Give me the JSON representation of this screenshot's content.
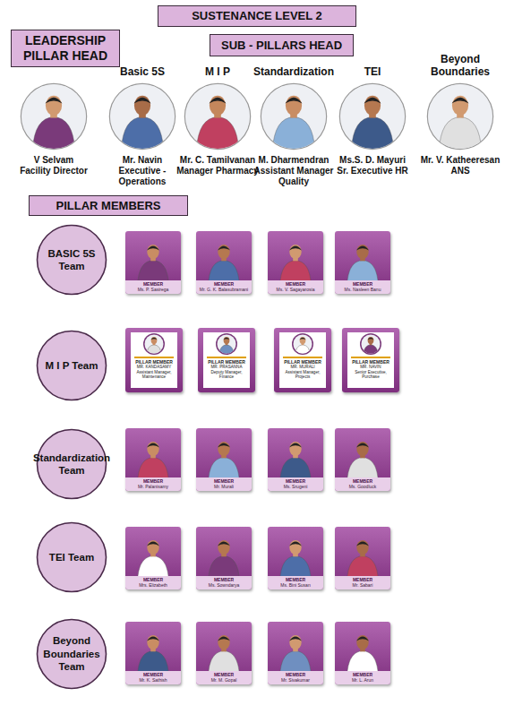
{
  "diagram": {
    "title": "SUSTENANCE LEVEL 2",
    "nodes": [
      {
        "text": [
          "LEADERSHIP PILLAR HEAD"
        ]
      },
      {
        "text": [
          "SUB - PILLARS HEAD"
        ]
      },
      {
        "text": [
          "V Selvam",
          "Facility Director"
        ]
      },
      {
        "text": [
          "Basic 5S",
          "Mr. Navin",
          "Executive - Operations"
        ]
      },
      {
        "text": [
          "M I P",
          "Mr. C. Tamilvanan",
          "Manager Pharmacy"
        ]
      },
      {
        "text": [
          "Standardization",
          "M. Dharmendran",
          "Assistant Manager Quality"
        ]
      },
      {
        "text": [
          "TEI",
          "Ms.S. D. Mayuri",
          "Sr. Executive HR"
        ]
      },
      {
        "text": [
          "Beyond Boundaries",
          "Mr. V. Katheeresan",
          "ANS"
        ]
      },
      {
        "text": [
          "PILLAR MEMBERS"
        ]
      },
      {
        "text": [
          "BASIC 5S Team"
        ]
      },
      {
        "text": [
          "MEMBER",
          "Ms. P. Sasirega"
        ]
      },
      {
        "text": [
          "MEMBER",
          "Mr. G. K. Balasubramani"
        ]
      },
      {
        "text": [
          "MEMBER",
          "Ms. V. Sagayarosia"
        ]
      },
      {
        "text": [
          "MEMBER",
          "Ms. Nasleen Banu"
        ]
      },
      {
        "text": [
          "M I P Team"
        ]
      },
      {
        "text": [
          "PILLAR MEMBER",
          "MR. KANDASAMY",
          "Assistant Manager, Maintenance"
        ]
      },
      {
        "text": [
          "PILLAR MEMBER",
          "MR. PRASANNA",
          "Deputy Manager, Finance"
        ]
      },
      {
        "text": [
          "PILLAR MEMBER",
          "MR. MURALI",
          "Assistant Manager, Projects"
        ]
      },
      {
        "text": [
          "PILLAR MEMBER",
          "MR. NAVIN",
          "Senior Executive, Purchase"
        ]
      },
      {
        "text": [
          "Standardization Team"
        ]
      },
      {
        "text": [
          "MEMBER",
          "Mr. Palanisamy"
        ]
      },
      {
        "text": [
          "MEMBER",
          "Mr. Murali"
        ]
      },
      {
        "text": [
          "MEMBER",
          "Ms. Srugeni"
        ]
      },
      {
        "text": [
          "MEMBER",
          "Ms. Goodluck"
        ]
      },
      {
        "text": [
          "TEI Team"
        ]
      },
      {
        "text": [
          "MEMBER",
          "Mrs. Elizabeth"
        ]
      },
      {
        "text": [
          "MEMBER",
          "Ms. Sowndarya"
        ]
      },
      {
        "text": [
          "MEMBER",
          "Ms. Bini Susan"
        ]
      },
      {
        "text": [
          "MEMBER",
          "Mr. Sabari"
        ]
      },
      {
        "text": [
          "Beyond Boundaries Team"
        ]
      },
      {
        "text": [
          "MEMBER",
          "Mr. K. Sathish"
        ]
      },
      {
        "text": [
          "MEMBER",
          "Mr. M. Gopal"
        ]
      },
      {
        "text": [
          "MEMBER",
          "Mr. Sivakumar"
        ]
      },
      {
        "text": [
          "MEMBER",
          "Mr. L. Arun"
        ]
      }
    ]
  }
}
